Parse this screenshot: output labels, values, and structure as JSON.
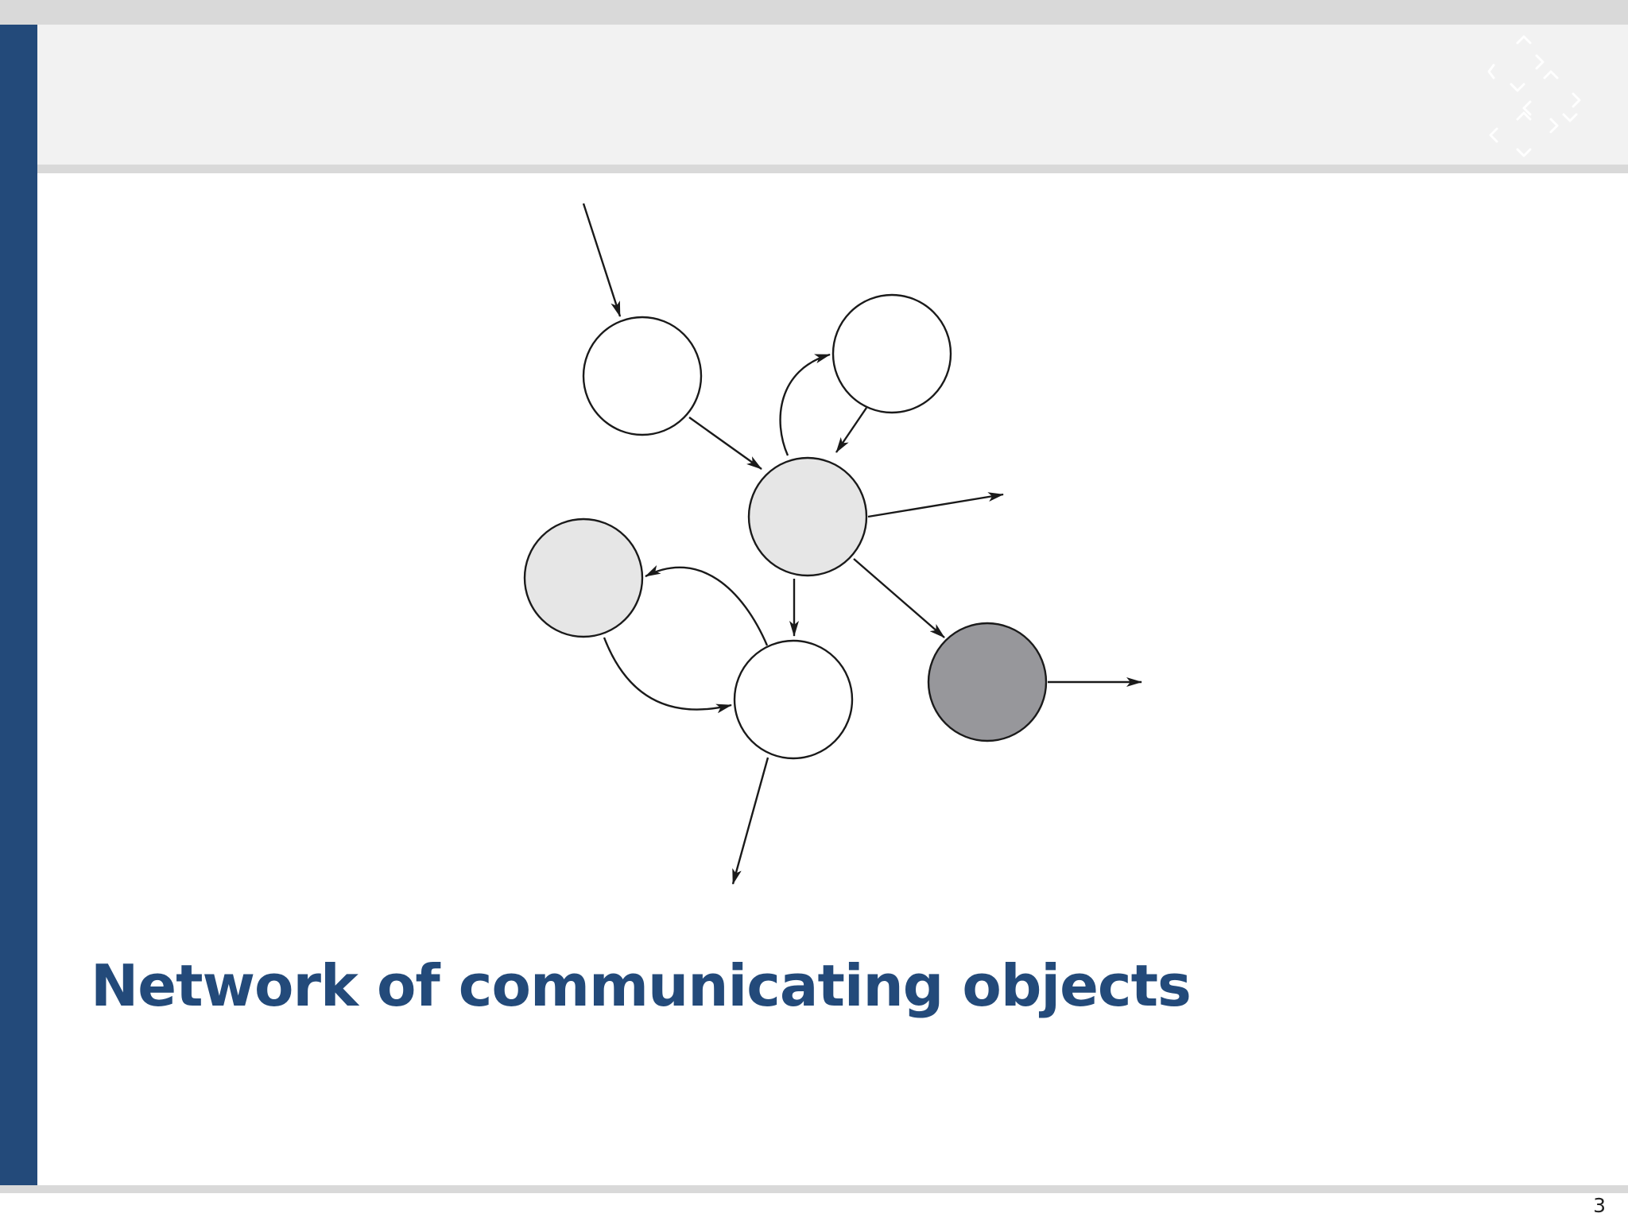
{
  "slide": {
    "title": "Network of communicating objects",
    "page_number": "3"
  },
  "theme": {
    "accent": "#234a7a",
    "band": "#f2f2f2",
    "rule": "#d9d9d9",
    "node_white": "#ffffff",
    "node_light": "#e6e6e6",
    "node_dark": "#97979b",
    "stroke": "#1a1a1a"
  },
  "diagram": {
    "nodes": [
      {
        "id": "n1",
        "fill": "white"
      },
      {
        "id": "n2",
        "fill": "white"
      },
      {
        "id": "n3",
        "fill": "light"
      },
      {
        "id": "n4",
        "fill": "light"
      },
      {
        "id": "n5",
        "fill": "white"
      },
      {
        "id": "n6",
        "fill": "dark"
      }
    ],
    "edges": [
      {
        "from": "external",
        "to": "n1"
      },
      {
        "from": "n1",
        "to": "n3"
      },
      {
        "from": "n3",
        "to": "n2"
      },
      {
        "from": "n2",
        "to": "n3"
      },
      {
        "from": "n3",
        "to": "external"
      },
      {
        "from": "n3",
        "to": "n5"
      },
      {
        "from": "n3",
        "to": "n6"
      },
      {
        "from": "n5",
        "to": "n4"
      },
      {
        "from": "n4",
        "to": "n5"
      },
      {
        "from": "n5",
        "to": "external"
      },
      {
        "from": "n6",
        "to": "external"
      }
    ]
  }
}
